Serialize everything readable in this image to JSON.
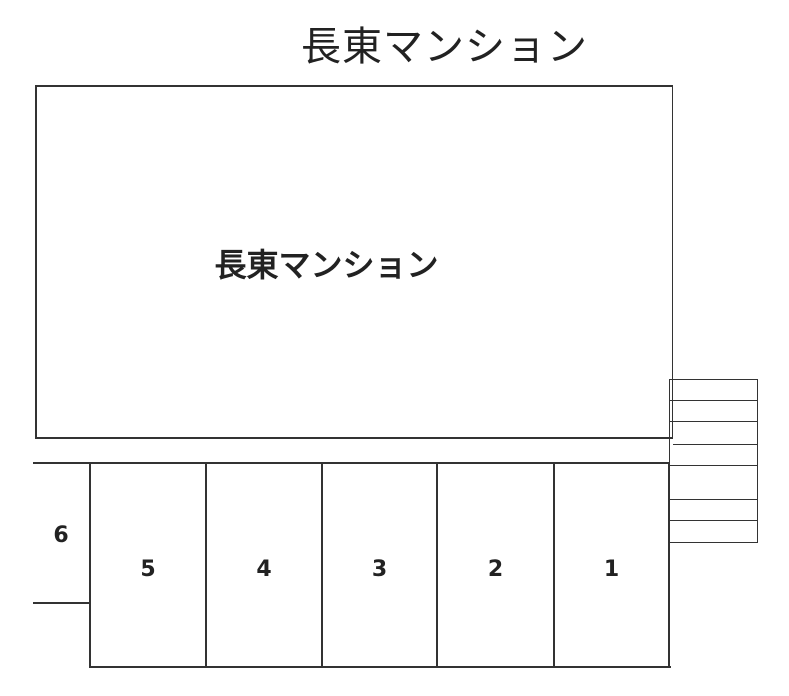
{
  "title": "長東マンション",
  "building": {
    "label": "長東マンション"
  },
  "parking": {
    "spots": [
      {
        "number": "1"
      },
      {
        "number": "2"
      },
      {
        "number": "3"
      },
      {
        "number": "4"
      },
      {
        "number": "5"
      },
      {
        "number": "6"
      }
    ]
  },
  "stairs": {
    "step_count": 8
  },
  "colors": {
    "line": "#333333",
    "background": "#ffffff",
    "text": "#222222"
  }
}
